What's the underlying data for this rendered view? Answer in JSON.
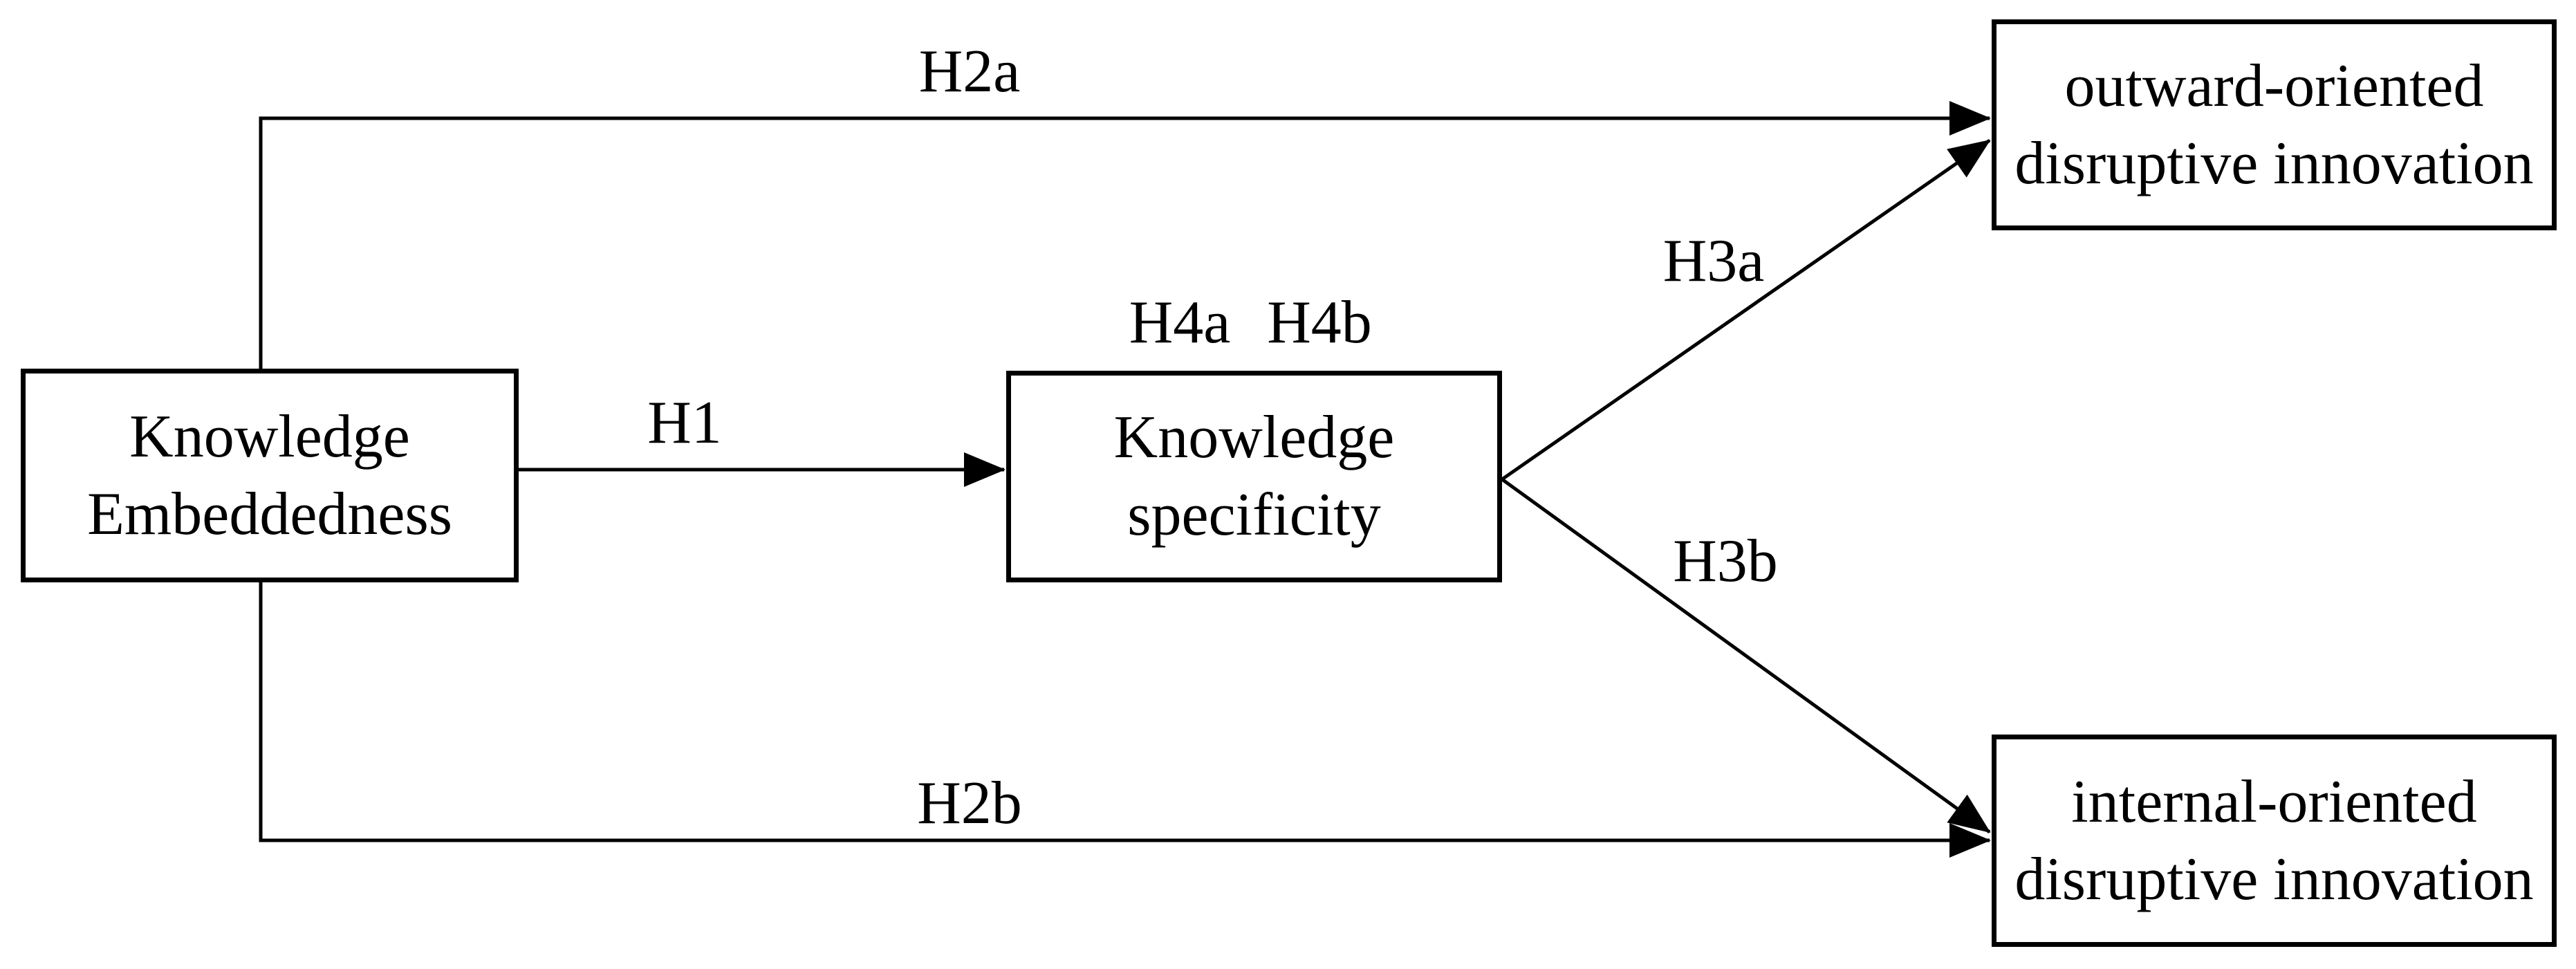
{
  "colors": {
    "ink": "#000000",
    "background": "#ffffff"
  },
  "nodes": {
    "knowledge_embeddedness": {
      "line1": "Knowledge",
      "line2": "Embeddedness"
    },
    "knowledge_specificity": {
      "line1": "Knowledge",
      "line2": "specificity"
    },
    "outward_disruptive_innovation": {
      "line1": "outward-oriented",
      "line2": "disruptive innovation"
    },
    "internal_disruptive_innovation": {
      "line1": "internal-oriented",
      "line2": "disruptive innovation"
    }
  },
  "labels": {
    "h1": "H1",
    "h2a": "H2a",
    "h2b": "H2b",
    "h3a": "H3a",
    "h3b": "H3b",
    "h4a": "H4a",
    "h4b": "H4b"
  }
}
